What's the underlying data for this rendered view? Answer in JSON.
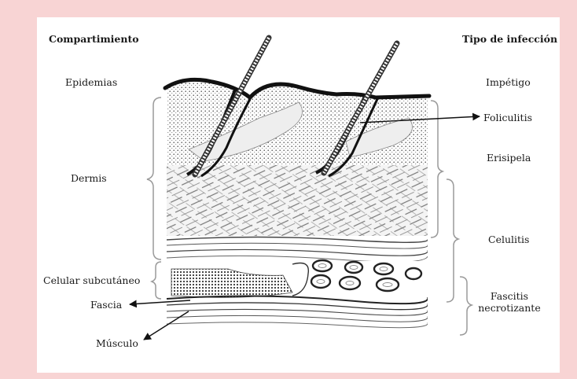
{
  "headers": {
    "left": "Compartimiento",
    "right": "Tipo de infección"
  },
  "compartments": {
    "epidermis": "Epidemias",
    "dermis": "Dermis",
    "subcutaneous": "Celular subcutáneo",
    "fascia": "Fascia",
    "muscle": "Músculo"
  },
  "infections": {
    "impetigo": "Impétigo",
    "folliculitis": "Foliculitis",
    "erysipelas": "Erisipela",
    "cellulitis": "Celulitis",
    "necrotizing_line1": "Fascitis",
    "necrotizing_line2": "necrotizante"
  },
  "colors": {
    "frame": "#f8d4d4",
    "panel": "#ffffff",
    "ink": "#1a1a1a",
    "bracket": "#9a9a9a"
  }
}
